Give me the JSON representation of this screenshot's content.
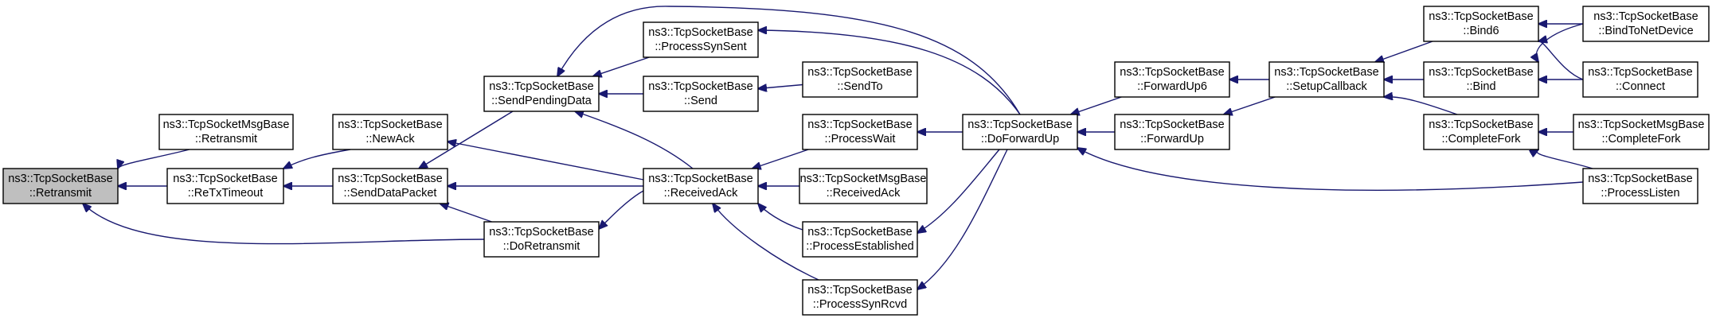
{
  "diagram": {
    "type": "call-graph",
    "colors": {
      "edge": "#191970",
      "node_border": "#000000",
      "node_fill": "#ffffff",
      "highlight_fill": "#bfbfbf"
    },
    "nodes": [
      {
        "id": "n1",
        "line1": "ns3::TcpSocketBase",
        "line2": "::Retransmit",
        "highlight": true
      },
      {
        "id": "n2",
        "line1": "ns3::TcpSocketMsgBase",
        "line2": "::Retransmit"
      },
      {
        "id": "n3",
        "line1": "ns3::TcpSocketBase",
        "line2": "::ReTxTimeout"
      },
      {
        "id": "n4",
        "line1": "ns3::TcpSocketBase",
        "line2": "::NewAck"
      },
      {
        "id": "n5",
        "line1": "ns3::TcpSocketBase",
        "line2": "::SendDataPacket"
      },
      {
        "id": "n6",
        "line1": "ns3::TcpSocketBase",
        "line2": "::SendPendingData"
      },
      {
        "id": "n7",
        "line1": "ns3::TcpSocketBase",
        "line2": "::DoRetransmit"
      },
      {
        "id": "n8",
        "line1": "ns3::TcpSocketBase",
        "line2": "::ProcessSynSent"
      },
      {
        "id": "n9",
        "line1": "ns3::TcpSocketBase",
        "line2": "::Send"
      },
      {
        "id": "n10",
        "line1": "ns3::TcpSocketBase",
        "line2": "::ReceivedAck"
      },
      {
        "id": "n11",
        "line1": "ns3::TcpSocketBase",
        "line2": "::SendTo"
      },
      {
        "id": "n12",
        "line1": "ns3::TcpSocketBase",
        "line2": "::ProcessWait"
      },
      {
        "id": "n13",
        "line1": "ns3::TcpSocketMsgBase",
        "line2": "::ReceivedAck"
      },
      {
        "id": "n14",
        "line1": "ns3::TcpSocketBase",
        "line2": "::ProcessEstablished"
      },
      {
        "id": "n15",
        "line1": "ns3::TcpSocketBase",
        "line2": "::ProcessSynRcvd"
      },
      {
        "id": "n16",
        "line1": "ns3::TcpSocketBase",
        "line2": "::DoForwardUp"
      },
      {
        "id": "n17",
        "line1": "ns3::TcpSocketBase",
        "line2": "::ForwardUp6"
      },
      {
        "id": "n18",
        "line1": "ns3::TcpSocketBase",
        "line2": "::ForwardUp"
      },
      {
        "id": "n19",
        "line1": "ns3::TcpSocketBase",
        "line2": "::SetupCallback"
      },
      {
        "id": "n20",
        "line1": "ns3::TcpSocketBase",
        "line2": "::Bind6"
      },
      {
        "id": "n21",
        "line1": "ns3::TcpSocketBase",
        "line2": "::Bind"
      },
      {
        "id": "n22",
        "line1": "ns3::TcpSocketBase",
        "line2": "::CompleteFork"
      },
      {
        "id": "n23",
        "line1": "ns3::TcpSocketBase",
        "line2": "::BindToNetDevice"
      },
      {
        "id": "n24",
        "line1": "ns3::TcpSocketBase",
        "line2": "::Connect"
      },
      {
        "id": "n25",
        "line1": "ns3::TcpSocketMsgBase",
        "line2": "::CompleteFork"
      },
      {
        "id": "n26",
        "line1": "ns3::TcpSocketBase",
        "line2": "::ProcessListen"
      }
    ],
    "edges": [
      {
        "from": "n2",
        "to": "n1"
      },
      {
        "from": "n3",
        "to": "n1"
      },
      {
        "from": "n7",
        "to": "n1"
      },
      {
        "from": "n4",
        "to": "n3"
      },
      {
        "from": "n5",
        "to": "n3"
      },
      {
        "from": "n6",
        "to": "n5"
      },
      {
        "from": "n7",
        "to": "n5"
      },
      {
        "from": "n10",
        "to": "n5"
      },
      {
        "from": "n10",
        "to": "n4"
      },
      {
        "from": "n10",
        "to": "n7"
      },
      {
        "from": "n8",
        "to": "n6"
      },
      {
        "from": "n9",
        "to": "n6"
      },
      {
        "from": "n10",
        "to": "n6"
      },
      {
        "from": "n16",
        "to": "n6"
      },
      {
        "from": "n11",
        "to": "n9"
      },
      {
        "from": "n16",
        "to": "n8"
      },
      {
        "from": "n12",
        "to": "n10"
      },
      {
        "from": "n13",
        "to": "n10"
      },
      {
        "from": "n14",
        "to": "n10"
      },
      {
        "from": "n15",
        "to": "n10"
      },
      {
        "from": "n16",
        "to": "n12"
      },
      {
        "from": "n16",
        "to": "n14"
      },
      {
        "from": "n16",
        "to": "n15"
      },
      {
        "from": "n17",
        "to": "n16"
      },
      {
        "from": "n18",
        "to": "n16"
      },
      {
        "from": "n19",
        "to": "n17"
      },
      {
        "from": "n19",
        "to": "n18"
      },
      {
        "from": "n20",
        "to": "n19"
      },
      {
        "from": "n21",
        "to": "n19"
      },
      {
        "from": "n22",
        "to": "n19"
      },
      {
        "from": "n23",
        "to": "n20"
      },
      {
        "from": "n24",
        "to": "n20"
      },
      {
        "from": "n23",
        "to": "n21"
      },
      {
        "from": "n24",
        "to": "n21"
      },
      {
        "from": "n25",
        "to": "n22"
      },
      {
        "from": "n26",
        "to": "n22"
      },
      {
        "from": "n26",
        "to": "n16"
      }
    ]
  }
}
